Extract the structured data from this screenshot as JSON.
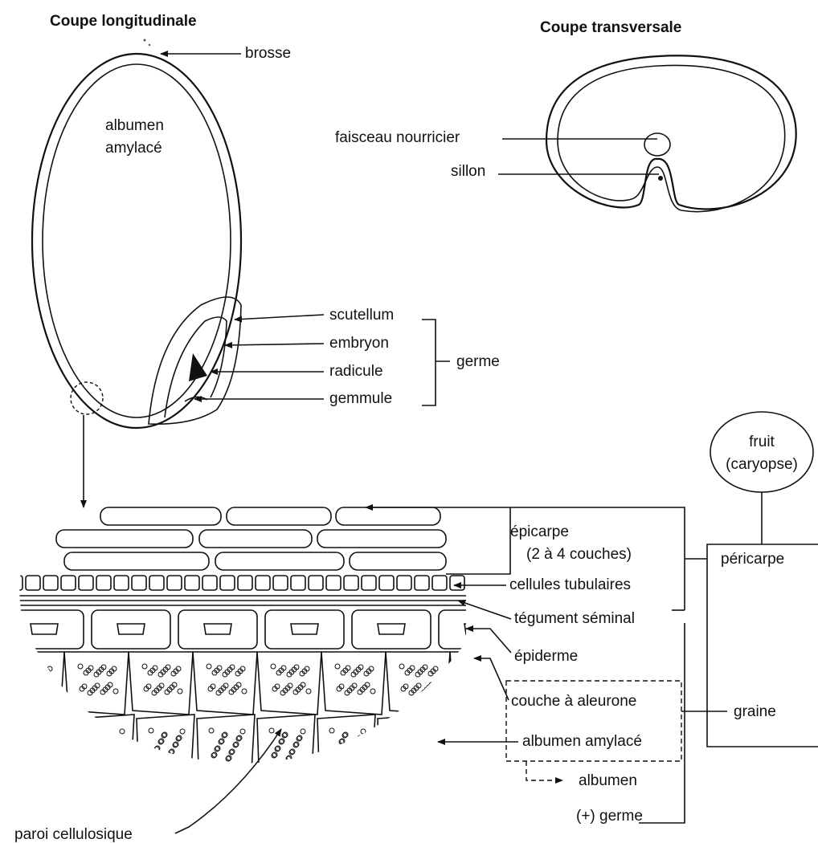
{
  "titles": {
    "longitudinal": "Coupe longitudinale",
    "transversal": "Coupe transversale"
  },
  "longitudinal": {
    "brosse": "brosse",
    "albumen_line1": "albumen",
    "albumen_line2": "amylacé",
    "scutellum": "scutellum",
    "embryon": "embryon",
    "radicule": "radicule",
    "gemmule": "gemmule",
    "germe": "germe"
  },
  "transversal": {
    "faisceau": "faisceau nourricier",
    "sillon": "sillon"
  },
  "tissue": {
    "epicarpe": "épicarpe",
    "epicarpe_note": "(2 à 4 couches)",
    "cellules_tubulaires": "cellules tubulaires",
    "tegument": "tégument séminal",
    "epiderme": "épiderme",
    "aleurone": "couche à aleurone",
    "albumen_amylace": "albumen amylacé",
    "paroi": "paroi cellulosique",
    "albumen": "albumen",
    "plus_germe": "(+) germe"
  },
  "hierarchy": {
    "fruit": "fruit",
    "caryopse": "(caryopse)",
    "pericarpe": "péricarpe",
    "graine": "graine"
  }
}
